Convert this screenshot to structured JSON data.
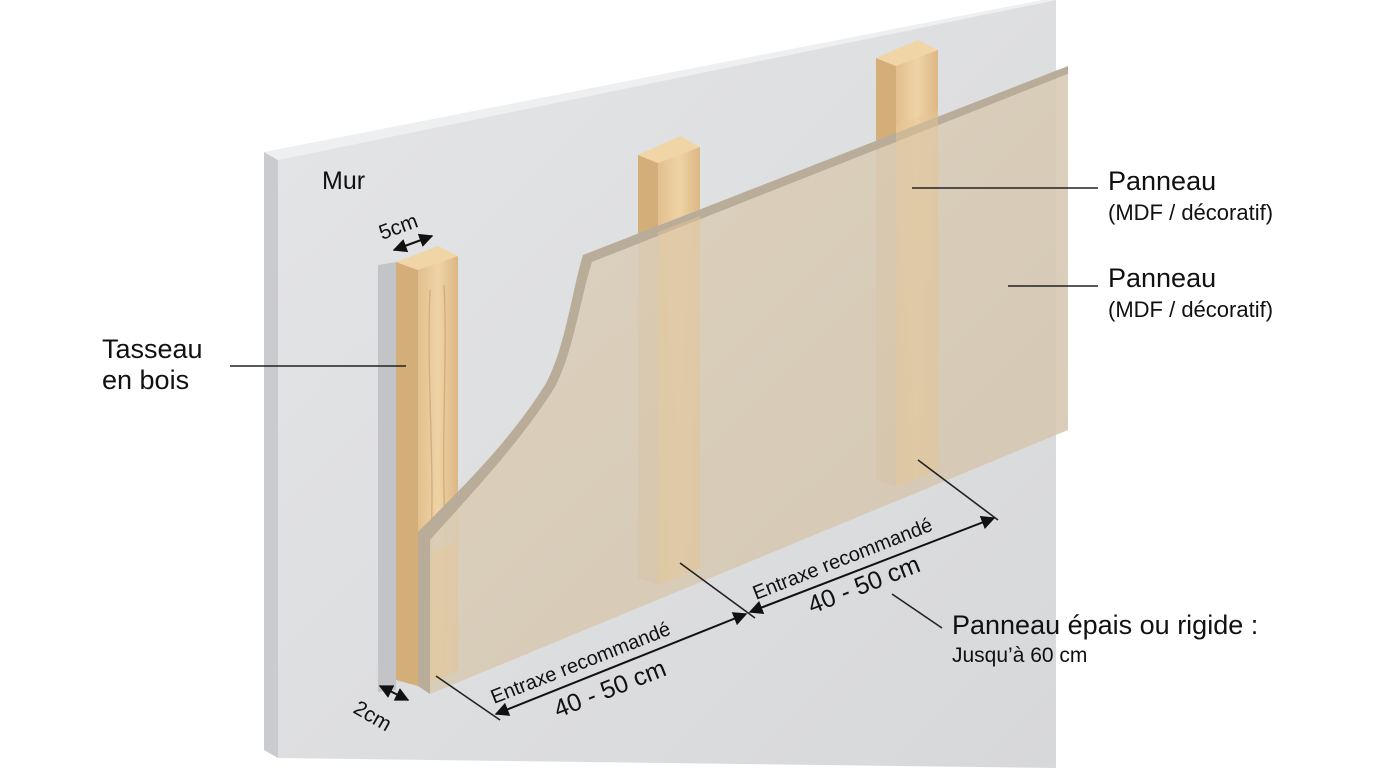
{
  "labels": {
    "wall": "Mur",
    "batten_width": "5cm",
    "batten_depth": "2cm",
    "batten_title_line1": "Tasseau",
    "batten_title_line2": "en bois",
    "panel1_title": "Panneau",
    "panel1_sub": "(MDF / décoratif)",
    "panel2_title": "Panneau",
    "panel2_sub": "(MDF / décoratif)",
    "spacing1_line1": "Entraxe recommandé",
    "spacing1_line2": "40 - 50 cm",
    "spacing2_line1": "Entraxe recommandé",
    "spacing2_line2": "40 - 50 cm",
    "thick_panel_title": "Panneau épais ou rigide :",
    "thick_panel_sub": "Jusqu’à 60 cm"
  },
  "colors": {
    "wall_face": "#dfe0e2",
    "wall_edge": "#c8cacd",
    "wood_front": "#e8c99a",
    "wood_top": "#efd3a3",
    "wood_side": "#d2ad78",
    "panel_face": "#d9ccb6",
    "panel_edge": "#b7aa97"
  }
}
